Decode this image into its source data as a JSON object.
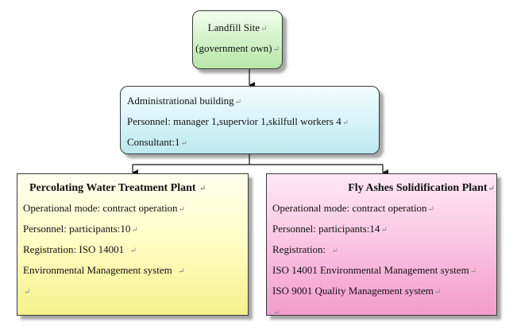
{
  "diagram": {
    "landfill": {
      "line1": "Landfill Site",
      "line2": "(government own)"
    },
    "admin": {
      "line1": "Administrational building",
      "line2": "Personnel: manager 1,supervior 1,skilfull workers 4",
      "line3": "Consultant:1"
    },
    "percolating": {
      "title": "Percolating Water Treatment Plant",
      "line1": "Operational mode: contract operation",
      "line2": "Personnel: participants:10",
      "line3": "Registration: ISO 14001",
      "line4": "Environmental Management system"
    },
    "flyash": {
      "title": "Fly Ashes Solidification Plant",
      "line1": "Operational mode: contract operation",
      "line2": "Personnel: participants:14",
      "line3": "Registration:",
      "line4": "ISO 14001 Environmental Management system",
      "line5": "ISO 9001 Quality Management system"
    },
    "paragraph_mark": "↵"
  }
}
